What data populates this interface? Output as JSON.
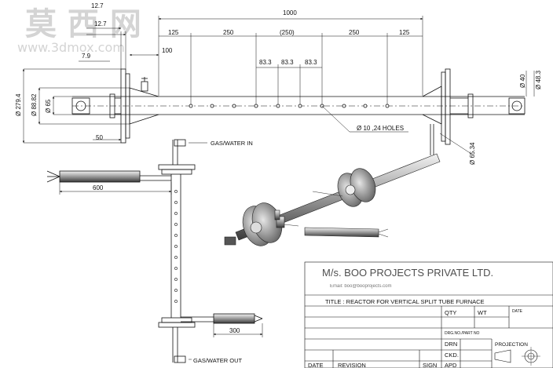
{
  "watermark": {
    "cn": "莫 西 网",
    "url": "www.3dmox.com"
  },
  "dimensions": {
    "overall": "1000",
    "d125a": "125",
    "d250a": "250",
    "d250b": "(250)",
    "d250c": "250",
    "d125b": "125",
    "d100": "100",
    "d12_7a": "12.7",
    "d12_7b": "12.7",
    "d7_9": "7.9",
    "d83_3a": "83.3",
    "d83_3b": "83.3",
    "d83_3c": "83.3",
    "d279_4": "Ø 279.4",
    "d88_82": "Ø 88.82",
    "d65": "Ø 65",
    "d50": "50",
    "d40": "Ø 40",
    "d48_3": "Ø 48.3",
    "holes": "Ø 10 ,24 HOLES",
    "d65_34": "Ø 65.34",
    "d600": "600",
    "d300": "300"
  },
  "labels": {
    "gas_in": "GAS/WATER IN",
    "gas_out": "GAS/WATER OUT"
  },
  "title_block": {
    "company": "M/s. BOO PROJECTS PRIVATE LTD.",
    "email_line": "Email: boo@booprojects.com",
    "title": "TITLE : REACTOR FOR VERTICAL SPLIT TUBE FURNACE",
    "qty": "QTY",
    "wt": "WT",
    "date": "DATE",
    "drg_no": "DRG.NO./PART NO",
    "drn": "DRN",
    "ckd": "CKD.",
    "apd": "APD",
    "projection": "PROJECTION",
    "rev_date": "DATE",
    "revision": "REVISION",
    "sign": "SIGN"
  }
}
